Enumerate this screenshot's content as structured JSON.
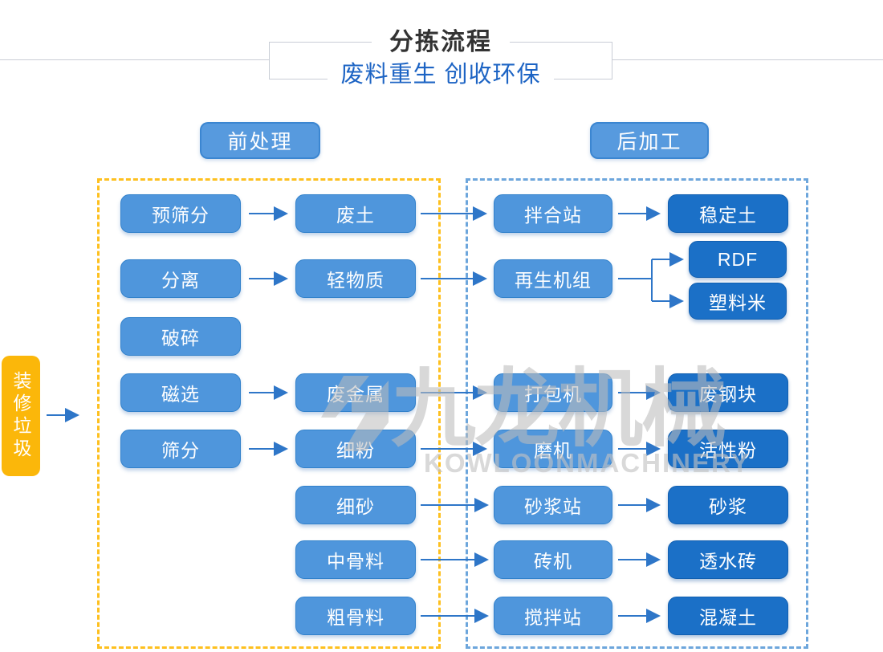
{
  "header": {
    "title": "分拣流程",
    "subtitle": "废料重生 创收环保"
  },
  "sections": {
    "pre_label": "前处理",
    "post_label": "后加工"
  },
  "source": {
    "label": "装修垃圾"
  },
  "nodes": {
    "pre": [
      "预筛分",
      "分离",
      "破碎",
      "磁选",
      "筛分"
    ],
    "mid": [
      "废土",
      "轻物质",
      "废金属",
      "细粉",
      "细砂",
      "中骨料",
      "粗骨料"
    ],
    "post": [
      "拌合站",
      "再生机组",
      "打包机",
      "磨机",
      "砂浆站",
      "砖机",
      "搅拌站"
    ],
    "out": [
      "稳定土",
      "RDF",
      "塑料米",
      "废钢块",
      "活性粉",
      "砂浆",
      "透水砖",
      "混凝土"
    ]
  },
  "watermark": {
    "cn": "九龙机械",
    "en": "KOWLOONMACHINERY"
  },
  "colors": {
    "light_node_fill": "#4f96dc",
    "light_node_border": "#3181cb",
    "dark_node_fill": "#1b70c7",
    "source_yellow": "#fbb70a",
    "dashed_yellow": "#fec01f",
    "dashed_blue": "#6da6dc",
    "arrow_blue": "#2e76c8",
    "subtitle_blue": "#1d64c4",
    "title_gray": "#333333",
    "frame_gray": "#c9cdd6"
  }
}
